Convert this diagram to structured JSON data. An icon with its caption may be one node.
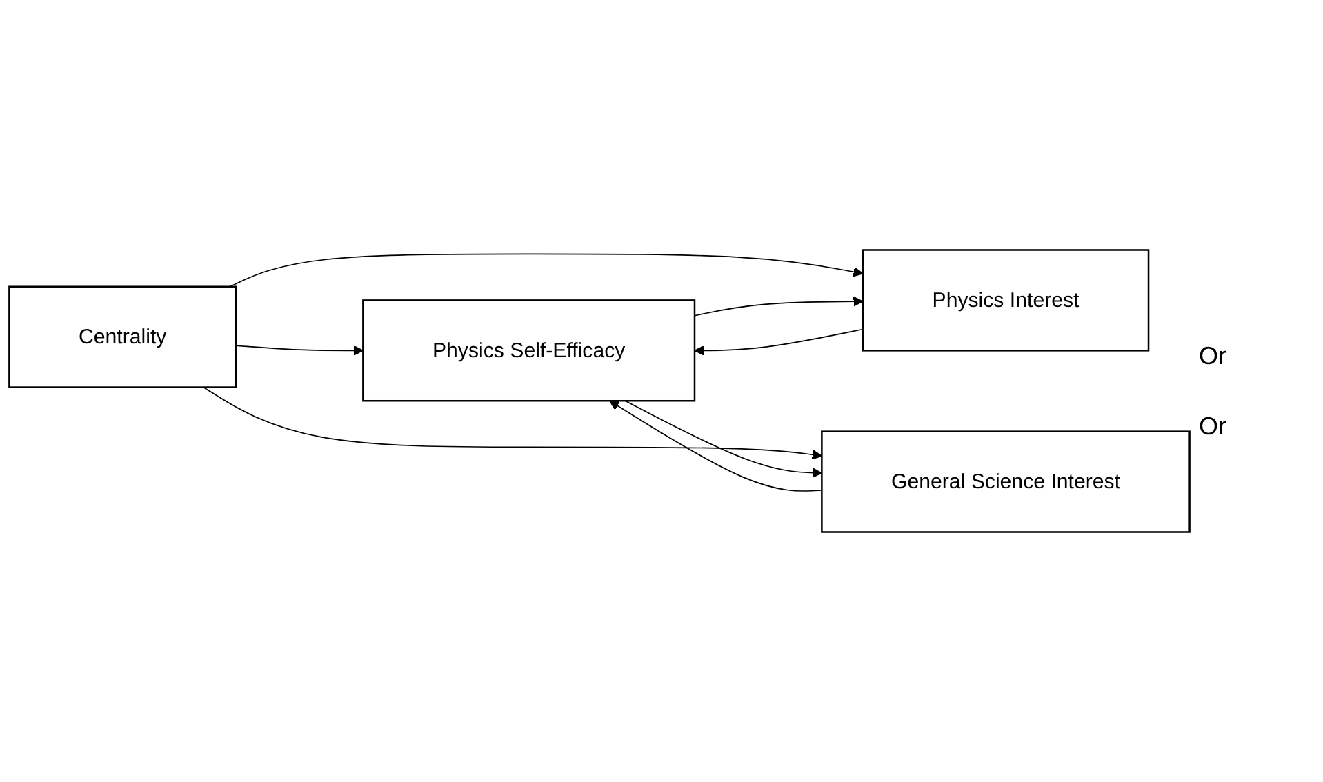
{
  "diagram": {
    "nodes": [
      {
        "text": [
          "Centrality"
        ]
      },
      {
        "text": [
          "Physics Self-Efficacy"
        ]
      },
      {
        "text": [
          "Physics Interest"
        ]
      },
      {
        "text": [
          "General Science Interest"
        ]
      }
    ],
    "edges": [
      {
        "from": 0,
        "to": 1,
        "arrow": "to"
      },
      {
        "from": 0,
        "to": 2,
        "arrow": "to"
      },
      {
        "from": 0,
        "to": 3,
        "arrow": "to"
      },
      {
        "from": 2,
        "to": 1,
        "arrow": "to"
      },
      {
        "from": 1,
        "to": 2,
        "arrow": "to"
      },
      {
        "from": 1,
        "to": 3,
        "arrow": "to"
      },
      {
        "from": 3,
        "to": 1,
        "arrow": "to"
      }
    ],
    "labels": [
      "Or",
      "Or"
    ]
  }
}
